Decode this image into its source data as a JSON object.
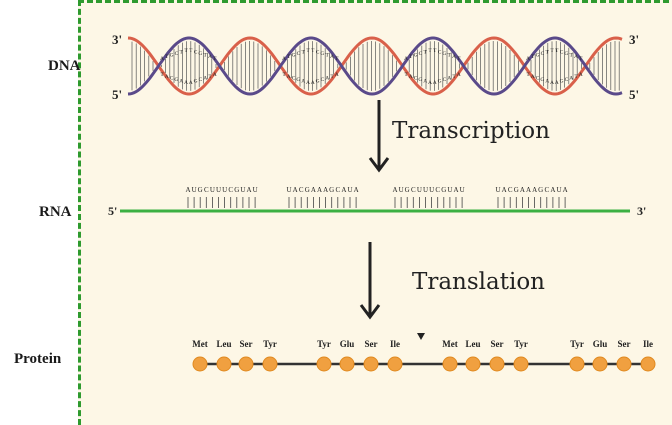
{
  "labels": {
    "dna": "DNA",
    "rna": "RNA",
    "protein": "Protein"
  },
  "dna": {
    "end_left_top": "3'",
    "end_left_bottom": "5'",
    "end_right_top": "3'",
    "end_right_bottom": "5'",
    "top_sequence": "ATGCTTTCGTAT",
    "bottom_sequence": "TACGAAAGCATA"
  },
  "steps": {
    "transcription": "Transcription",
    "translation": "Translation"
  },
  "rna": {
    "end_left": "5'",
    "end_right": "3'",
    "codon_groups": [
      "AUGCUUUCGUAU",
      "UACGAAAGCAUA",
      "AUGCUUUCGUAU",
      "UACGAAAGCAUA"
    ]
  },
  "protein": {
    "group1": [
      "Met",
      "Leu",
      "Ser",
      "Tyr"
    ],
    "group2": [
      "Tyr",
      "Glu",
      "Ser",
      "Ile"
    ],
    "group3": [
      "Met",
      "Leu",
      "Ser",
      "Tyr"
    ],
    "group4": [
      "Tyr",
      "Glu",
      "Ser",
      "Ile"
    ]
  },
  "colors": {
    "strand_red": "#d9604a",
    "strand_purple": "#5a4a8a",
    "rna_green": "#3cb043",
    "amino_orange": "#f0a040",
    "border_green": "#2e9a2e",
    "panel_bg": "#fdf7e6"
  }
}
